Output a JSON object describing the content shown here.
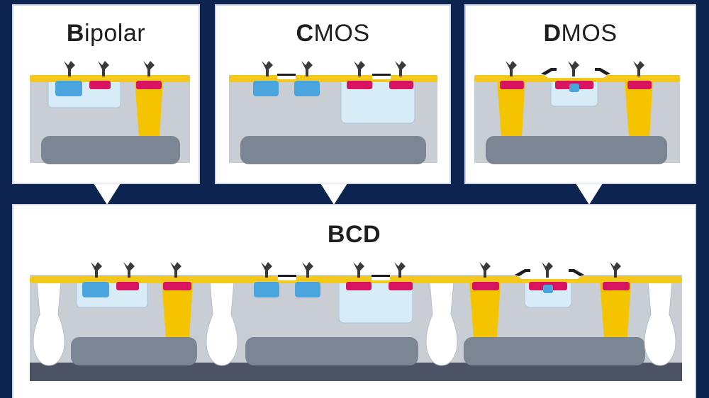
{
  "panels": {
    "bipolar": {
      "title_lead": "B",
      "title_rest": "ipolar"
    },
    "cmos": {
      "title_lead": "C",
      "title_rest": "MOS"
    },
    "dmos": {
      "title_lead": "D",
      "title_rest": "MOS"
    },
    "bcd": {
      "title": "BCD"
    }
  },
  "colors": {
    "background": "#0d2350",
    "oxide": "#f3c81a",
    "p_diffusion": "#d8135f",
    "n_diffusion": "#4aa5de",
    "well": "#d8ecf8",
    "substrate": "#c9cdd4",
    "buried_layer": "#7b8594",
    "metal_contact": "#3a3a3e",
    "deep_trench": "#f5c400",
    "isolation": "#ffffff",
    "bottom_band": "#4b5364"
  }
}
